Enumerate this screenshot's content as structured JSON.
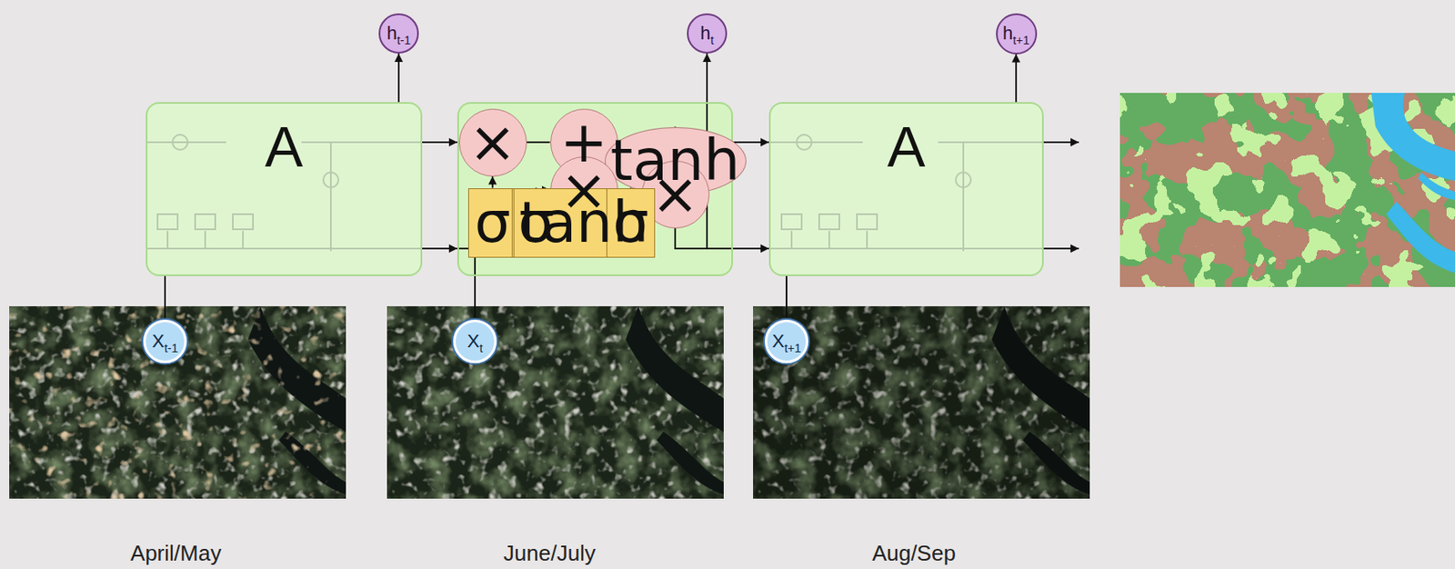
{
  "diagram": {
    "nodes": [
      {
        "text": [
          "h",
          "t-1"
        ]
      },
      {
        "text": [
          "h",
          "t"
        ]
      },
      {
        "text": [
          "h",
          "t+1"
        ]
      },
      {
        "text": [
          "A"
        ]
      },
      {
        "text": []
      },
      {
        "text": [
          "×"
        ],
        "in": 4
      },
      {
        "text": [
          "+"
        ],
        "in": 4
      },
      {
        "text": [
          "tanh"
        ],
        "in": 4
      },
      {
        "text": [
          "×"
        ],
        "in": 4
      },
      {
        "text": [
          "×"
        ],
        "in": 4
      },
      {
        "text": [
          "σ"
        ],
        "in": 4
      },
      {
        "text": [
          "σ"
        ],
        "in": 4
      },
      {
        "text": [
          "tanh"
        ],
        "in": 4
      },
      {
        "text": [
          "σ"
        ],
        "in": 4
      },
      {
        "text": [
          "A"
        ]
      },
      {
        "text": [
          "X",
          "t-1"
        ]
      },
      {
        "text": [
          "X",
          "t"
        ]
      },
      {
        "text": [
          "X",
          "t+1"
        ]
      }
    ],
    "edges": [
      {
        "from": 3,
        "to": 4,
        "arrow": "to"
      },
      {
        "from": 3,
        "to": 4,
        "arrow": "to"
      },
      {
        "from": 4,
        "to": 14,
        "arrow": "to"
      },
      {
        "from": 4,
        "to": 14,
        "arrow": "to"
      },
      {
        "from": 3,
        "to": 0,
        "arrow": "to"
      },
      {
        "from": 4,
        "to": 1,
        "arrow": "to"
      },
      {
        "from": 14,
        "to": 2,
        "arrow": "to"
      },
      {
        "from": 15,
        "to": 3,
        "arrow": "none"
      },
      {
        "from": 16,
        "to": 4,
        "arrow": "none"
      },
      {
        "from": 17,
        "to": 14,
        "arrow": "none"
      },
      {
        "from": 10,
        "to": 5,
        "arrow": "to"
      },
      {
        "from": 5,
        "to": 6,
        "arrow": "none"
      },
      {
        "from": 11,
        "to": 8,
        "arrow": "to"
      },
      {
        "from": 12,
        "to": 8,
        "arrow": "to"
      },
      {
        "from": 8,
        "to": 6,
        "arrow": "to"
      },
      {
        "from": 13,
        "to": 9,
        "arrow": "to"
      },
      {
        "from": 6,
        "to": 7,
        "arrow": "none"
      },
      {
        "from": 7,
        "to": 9,
        "arrow": "to"
      }
    ],
    "labels": [
      "April/May",
      "June/July",
      "Aug/Sep"
    ]
  }
}
